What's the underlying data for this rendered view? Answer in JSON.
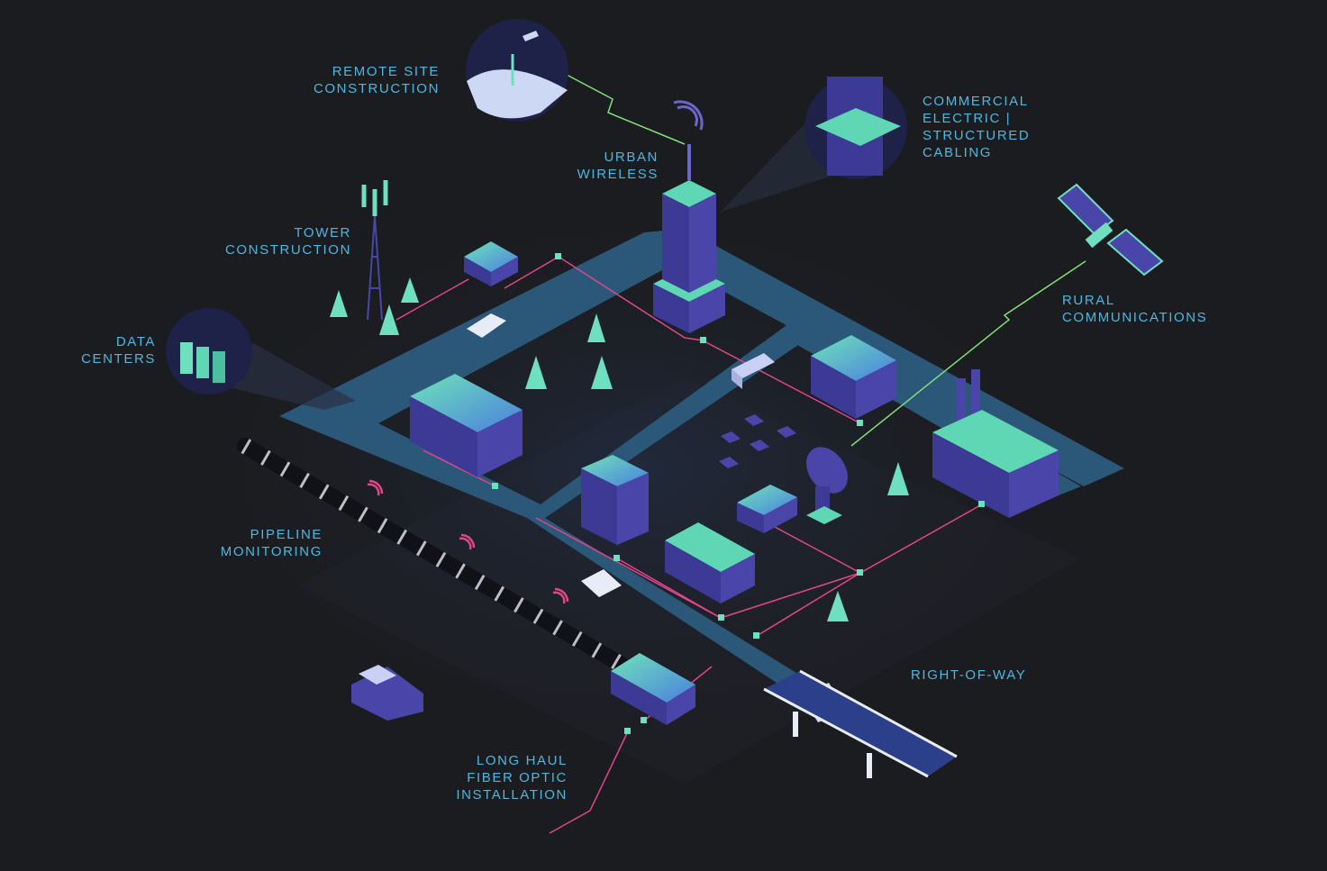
{
  "labels": {
    "remote_site": "REMOTE SITE\nCONSTRUCTION",
    "urban_wireless": "URBAN\nWIRELESS",
    "commercial": "COMMERCIAL\nELECTRIC |\nSTRUCTURED\nCABLING",
    "tower": "TOWER\nCONSTRUCTION",
    "rural": "RURAL\nCOMMUNICATIONS",
    "data_centers": "DATA\nCENTERS",
    "pipeline": "PIPELINE\nMONITORING",
    "right_of_way": "RIGHT-OF-WAY",
    "long_haul": "LONG HAUL\nFIBER OPTIC\nINSTALLATION"
  },
  "colors": {
    "background": "#1b1c1f",
    "label": "#4fb6e0",
    "road": "#2b5878",
    "building": "#4a45a8",
    "roof": "#5fd6b4",
    "fiber_line": "#e0468a",
    "signal_line": "#7ee07a",
    "tree": "#6ee0c0"
  },
  "icons": [
    "tower-icon",
    "satellite-icon",
    "dish-icon",
    "helicopter-icon",
    "ship-icon",
    "truck-icon",
    "car-icon",
    "solar-panel-icon",
    "wifi-icon",
    "pipeline-icon",
    "bridge-icon"
  ]
}
